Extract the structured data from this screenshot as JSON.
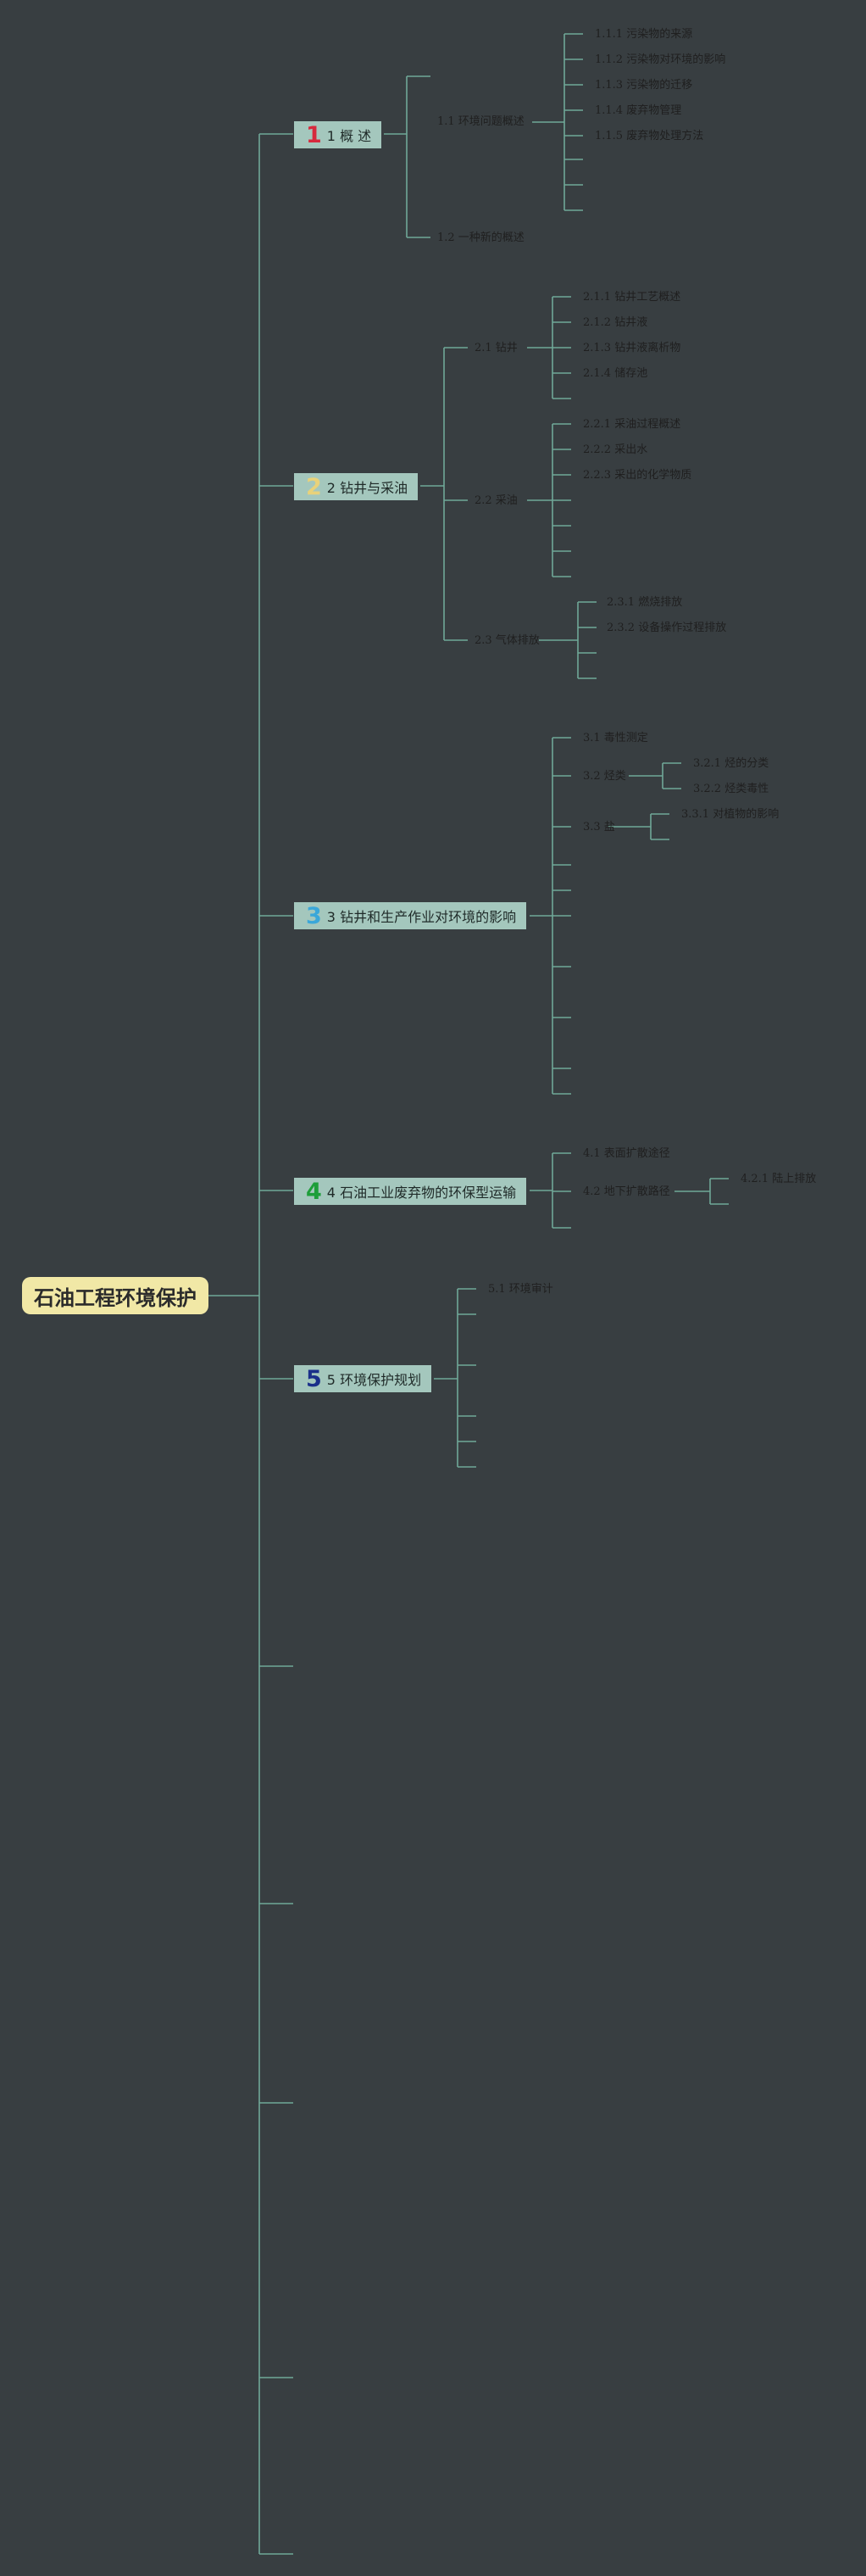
{
  "root": "石油工程环境保护",
  "topics": [
    {
      "num": "1",
      "num_color": "#d6293d",
      "label": "1 概 述"
    },
    {
      "num": "2",
      "num_color": "#e8d27a",
      "label": "2 钻井与采油"
    },
    {
      "num": "3",
      "num_color": "#3aa7d9",
      "label": "3 钻井和生产作业对环境的影响"
    },
    {
      "num": "4",
      "num_color": "#1e9e3a",
      "label": "4 石油工业废弃物的环保型运输"
    },
    {
      "num": "5",
      "num_color": "#1a2f8a",
      "label": "5 环境保护规划"
    }
  ],
  "subtopics": {
    "s1_1": "1.1 环境问题概述",
    "s1_1_1": "1.1.1 污染物的来源",
    "s1_1_2": "1.1.2 污染物对环境的影响",
    "s1_1_3": "1.1.3 污染物的迁移",
    "s1_1_4": "1.1.4 废弃物管理",
    "s1_1_5": "1.1.5 废弃物处理方法",
    "s1_2": "1.2 一种新的概述",
    "s2_1": "2.1 钻井",
    "s2_1_1": "2.1.1 钻井工艺概述",
    "s2_1_2": "2.1.2 钻井液",
    "s2_1_3": "2.1.3 钻井液离析物",
    "s2_1_4": "2.1.4 储存池",
    "s2_2": "2.2 采油",
    "s2_2_1": "2.2.1 采油过程概述",
    "s2_2_2": "2.2.2 采出水",
    "s2_2_3": "2.2.3 采出的化学物质",
    "s2_3": "2.3 气体排放",
    "s2_3_1": "2.3.1 燃烧排放",
    "s2_3_2": "2.3.2 设备操作过程排放",
    "s3_1": "3.1 毒性测定",
    "s3_2": "3.2 烃类",
    "s3_2_1": "3.2.1 烃的分类",
    "s3_2_2": "3.2.2 烃类毒性",
    "s3_3": "3.3 盐",
    "s3_3_1": "3.3.1 对植物的影响",
    "s4_1": "4.1 表面扩散途径",
    "s4_2": "4.2 地下扩散路径",
    "s4_2_1": "4.2.1 陆上排放",
    "s5_1": "5.1 环境审计"
  }
}
